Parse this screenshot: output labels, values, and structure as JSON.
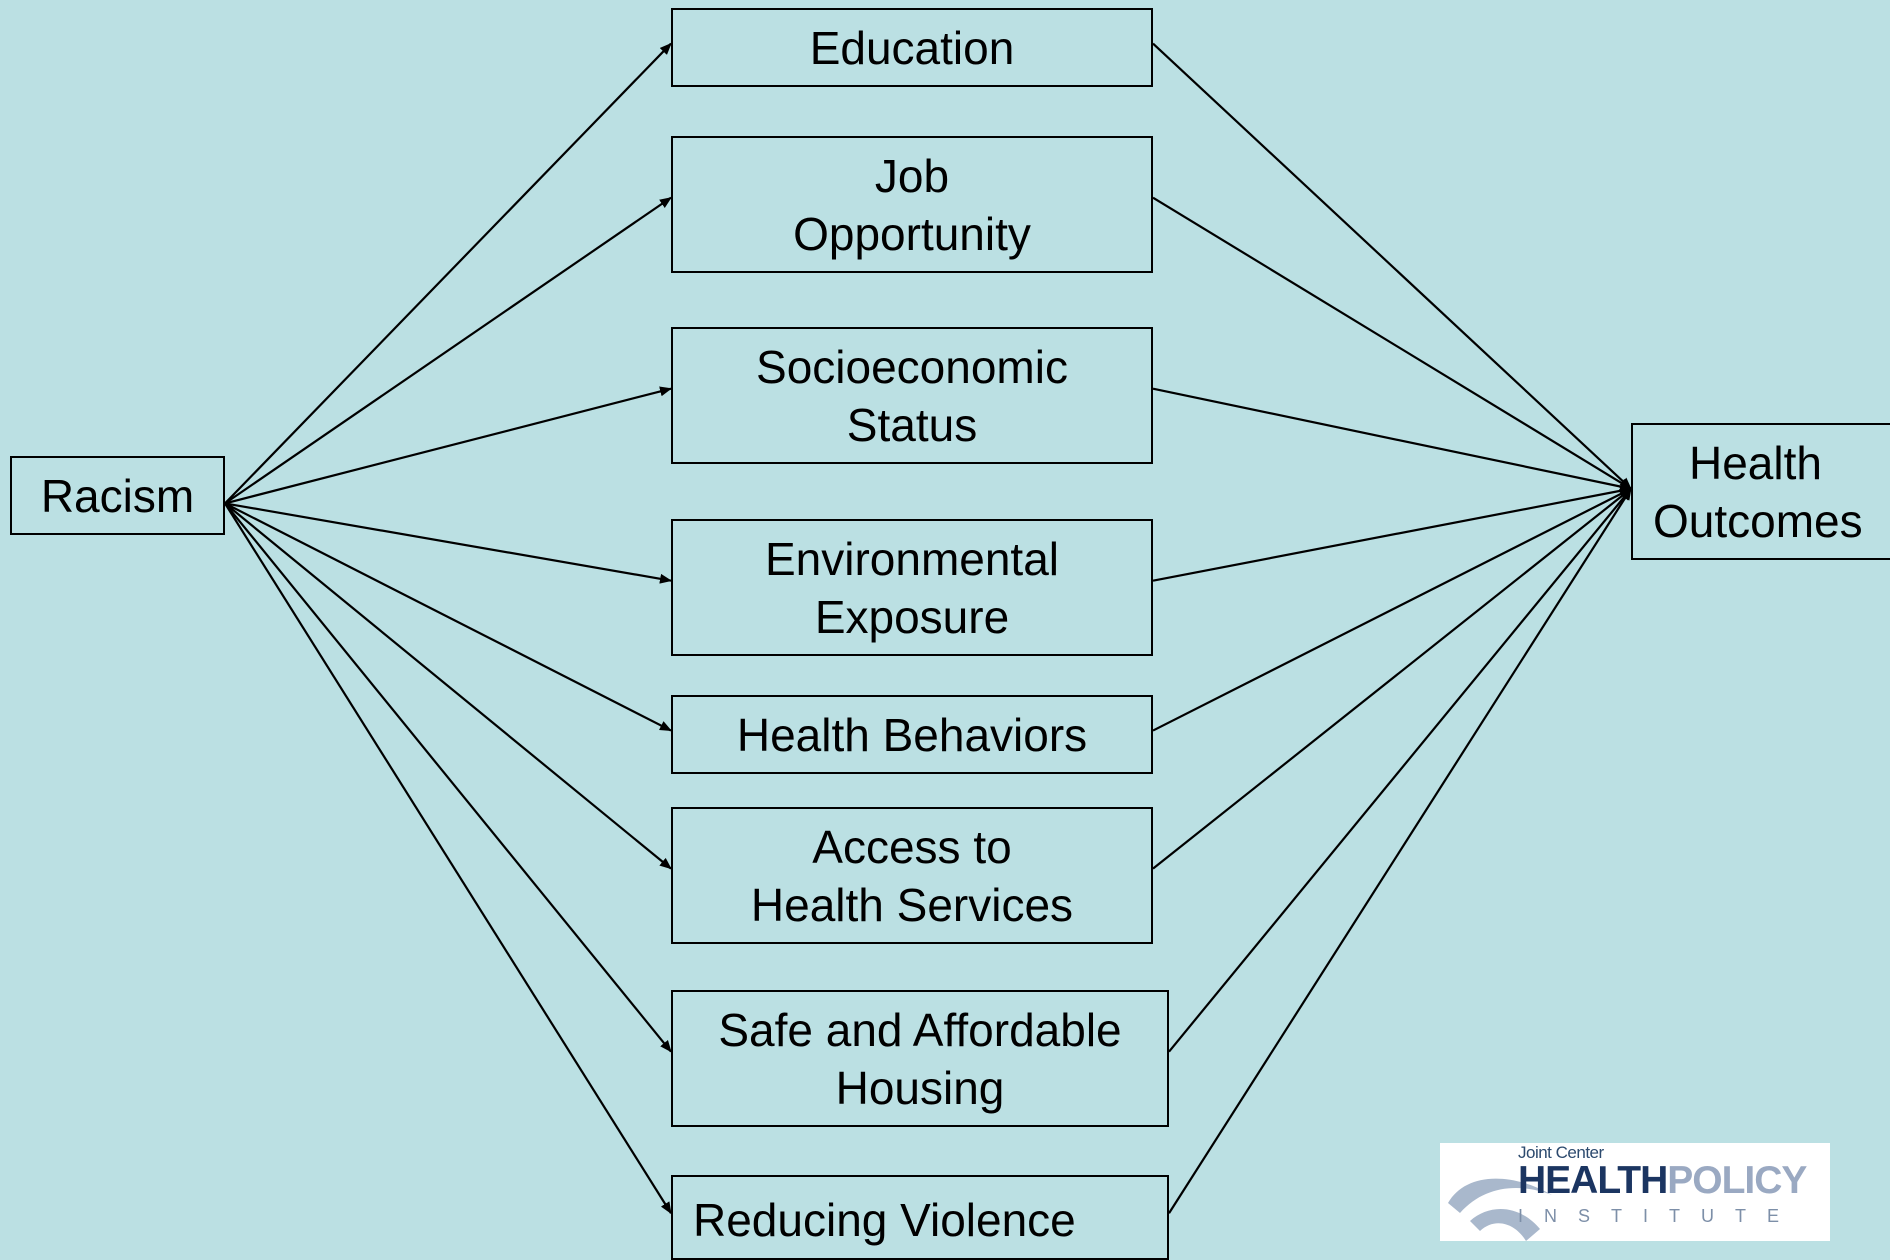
{
  "diagram": {
    "source": {
      "lines": [
        "Racism"
      ]
    },
    "mediators": [
      {
        "id": "education",
        "lines": [
          "Education"
        ]
      },
      {
        "id": "job-opportunity",
        "lines": [
          "Job",
          "Opportunity"
        ]
      },
      {
        "id": "socioeconomic-status",
        "lines": [
          "Socioeconomic",
          "Status"
        ]
      },
      {
        "id": "environmental-exposure",
        "lines": [
          "Environmental",
          "Exposure"
        ]
      },
      {
        "id": "health-behaviors",
        "lines": [
          "Health Behaviors"
        ]
      },
      {
        "id": "access-to-health-services",
        "lines": [
          "Access to",
          "Health Services"
        ]
      },
      {
        "id": "safe-affordable-housing",
        "lines": [
          "Safe and Affordable",
          "Housing"
        ]
      },
      {
        "id": "reducing-violence",
        "lines": [
          "Reducing Violence"
        ]
      }
    ],
    "target": {
      "lines": [
        "Health",
        "Outcomes"
      ]
    },
    "edges_note_flow": "source-to-each-mediator and each-mediator-to-target"
  },
  "logo": {
    "top_text": "Joint Center",
    "main_text_dark": "HEALTH",
    "main_text_light": "POLICY",
    "sub_text": "INSTITUTE"
  },
  "colors": {
    "background": "#bbe0e3",
    "stroke": "#000000",
    "logo_dark": "#1b3561",
    "logo_light": "#9aa9c2"
  }
}
